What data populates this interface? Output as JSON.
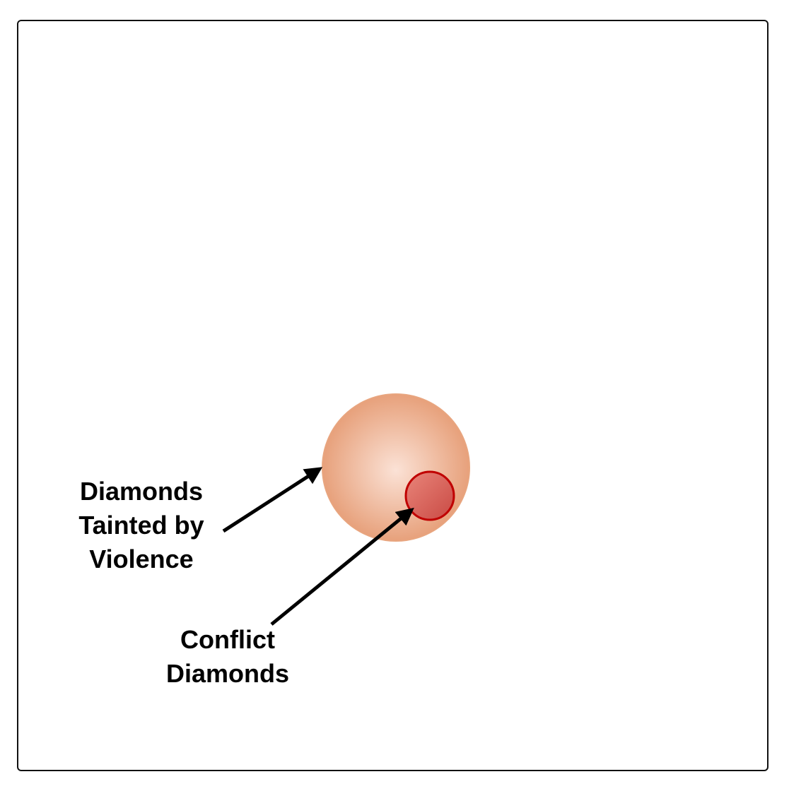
{
  "diagram": {
    "outer_circle": {
      "label_lines": [
        "Diamonds",
        "Tainted by",
        "Violence"
      ],
      "fill_center": "#fbe2d6",
      "fill_edge": "#e59a72",
      "stroke": "#e8a57f"
    },
    "inner_circle": {
      "label_lines": [
        "Conflict",
        "Diamonds"
      ],
      "fill_light": "#e9857a",
      "fill_dark": "#c94a44",
      "stroke": "#c00000"
    },
    "arrow_color": "#000000",
    "frame_color": "#111111"
  }
}
